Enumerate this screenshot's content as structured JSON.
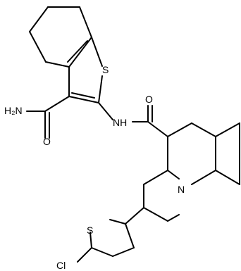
{
  "molecule": {
    "labels": {
      "sulfur_top": "S",
      "nh2": "H₂N",
      "o_amide_left": "O",
      "nh": "NH",
      "o_amide_right": "O",
      "n_quinoline": "N",
      "sulfur_bottom": "S",
      "cl": "Cl"
    }
  }
}
